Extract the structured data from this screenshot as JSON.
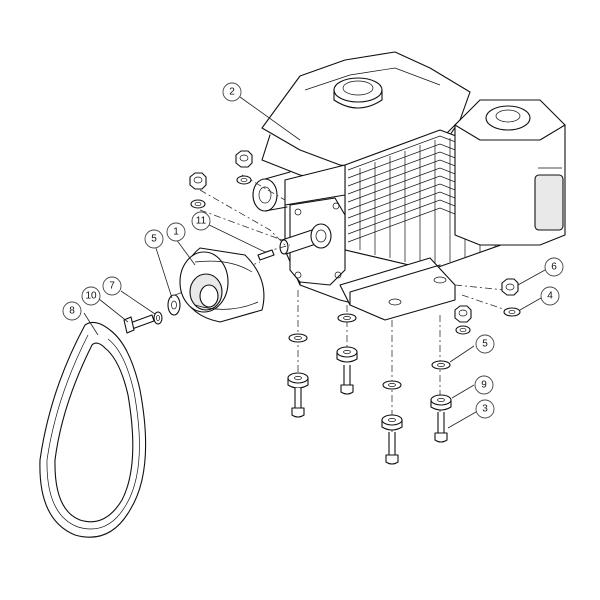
{
  "callouts": [
    {
      "id": "c1",
      "label": "1"
    },
    {
      "id": "c2",
      "label": "2"
    },
    {
      "id": "c3",
      "label": "3"
    },
    {
      "id": "c4",
      "label": "4"
    },
    {
      "id": "c5a",
      "label": "5"
    },
    {
      "id": "c5b",
      "label": "5"
    },
    {
      "id": "c6",
      "label": "6"
    },
    {
      "id": "c7",
      "label": "7"
    },
    {
      "id": "c8",
      "label": "8"
    },
    {
      "id": "c9",
      "label": "9"
    },
    {
      "id": "c10",
      "label": "10"
    },
    {
      "id": "c11",
      "label": "11"
    }
  ]
}
